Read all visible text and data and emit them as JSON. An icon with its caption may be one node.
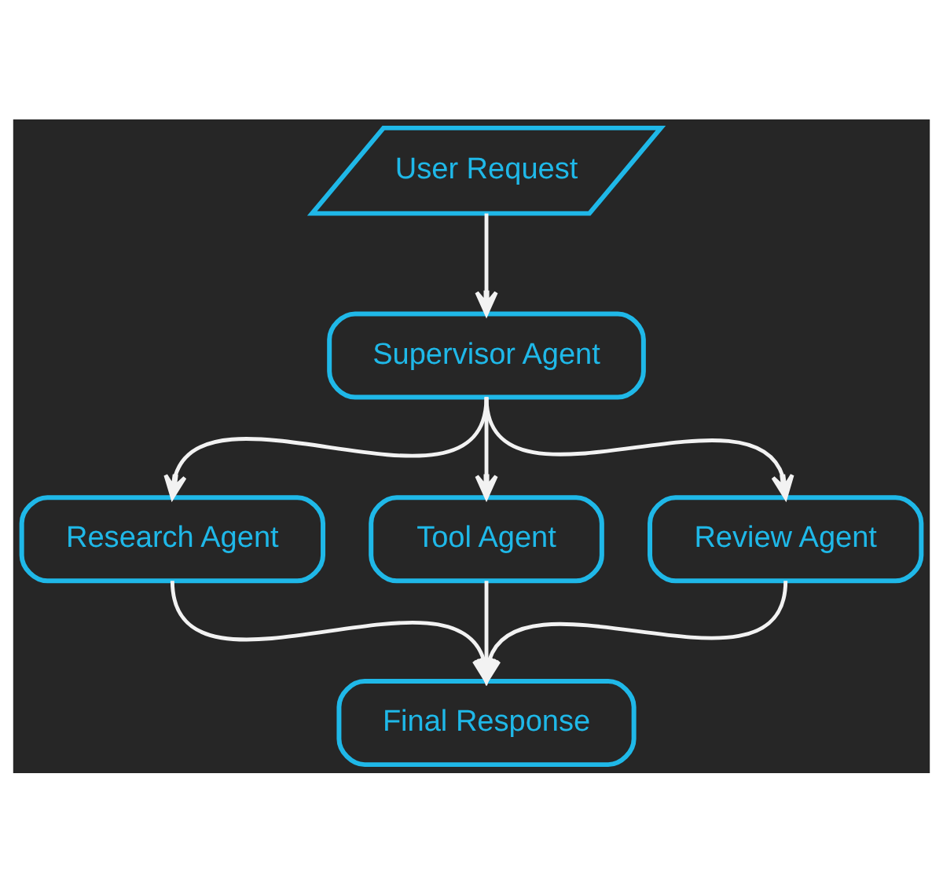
{
  "diagram": {
    "nodes": [
      {
        "text": [
          "User Request"
        ]
      },
      {
        "text": [
          "Supervisor Agent"
        ]
      },
      {
        "text": [
          "Research Agent"
        ]
      },
      {
        "text": [
          "Tool Agent"
        ]
      },
      {
        "text": [
          "Review Agent"
        ]
      },
      {
        "text": [
          "Final Response"
        ]
      }
    ],
    "edges": [
      {
        "from": 0,
        "to": 1,
        "arrow": "to"
      },
      {
        "from": 1,
        "to": 2,
        "arrow": "to"
      },
      {
        "from": 1,
        "to": 3,
        "arrow": "to"
      },
      {
        "from": 1,
        "to": 4,
        "arrow": "to"
      },
      {
        "from": 2,
        "to": 5,
        "arrow": "to"
      },
      {
        "from": 3,
        "to": 5,
        "arrow": "to"
      },
      {
        "from": 4,
        "to": 5,
        "arrow": "to"
      }
    ]
  }
}
